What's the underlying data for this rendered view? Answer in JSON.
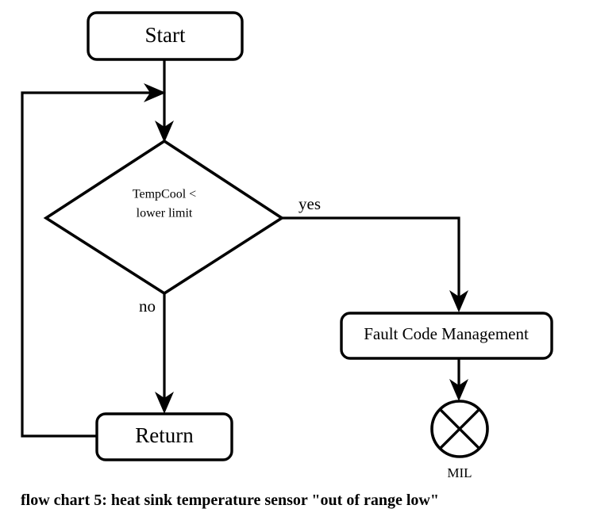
{
  "diagram": {
    "type": "flowchart",
    "caption": "flow chart 5: heat sink temperature sensor \"out of range low\"",
    "nodes": {
      "start": {
        "label": "Start",
        "shape": "rounded-rectangle"
      },
      "decision": {
        "label_line1": "TempCool <",
        "label_line2": "lower limit",
        "shape": "diamond"
      },
      "fault": {
        "label": "Fault Code Management",
        "shape": "rounded-rectangle"
      },
      "mil": {
        "label": "MIL",
        "shape": "circle-with-cross"
      },
      "return": {
        "label": "Return",
        "shape": "rounded-rectangle"
      }
    },
    "edges": {
      "yes_label": "yes",
      "no_label": "no"
    },
    "colors": {
      "stroke": "#000000",
      "fill": "#ffffff",
      "text": "#000000"
    }
  }
}
